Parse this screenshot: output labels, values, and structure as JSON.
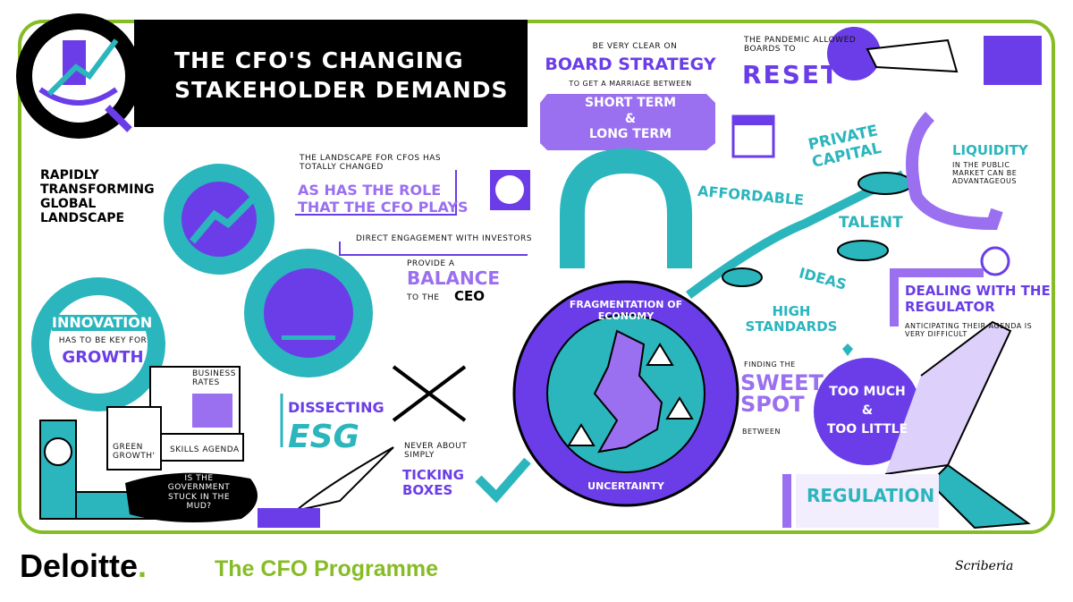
{
  "title": {
    "line1": "The CFO's changing",
    "line2": "stakeholder demands"
  },
  "colors": {
    "purple": "#6a3de8",
    "light_purple": "#9a6ff0",
    "teal": "#2bb5bd",
    "frame_green": "#86bc25",
    "black": "#000000"
  },
  "left": {
    "rapidly": "Rapidly transforming global landscape",
    "innovation": "Innovation",
    "has_to_be": "has to be key for",
    "growth": "Growth",
    "business_rates": "Business rates",
    "green_growth": "Green growth'",
    "skills": "Skills agenda",
    "gov": "Is the government stuck in the mud?"
  },
  "center": {
    "landscape": "The landscape for CFOs has totally changed",
    "role1": "As has the role",
    "role2": "that the CFO plays",
    "investors": "Direct engagement with investors",
    "provide": "Provide a",
    "balance": "Balance",
    "to_the": "to the",
    "ceo": "CEO",
    "dissecting": "Dissecting",
    "esg": "ESG",
    "never": "Never about simply",
    "ticking": "Ticking boxes"
  },
  "board": {
    "be_clear": "Be very clear on",
    "strategy": "Board strategy",
    "marriage": "to get a marriage between",
    "short": "Short term",
    "amp": "&",
    "long": "Long term"
  },
  "lock": {
    "top": "Fragmentation of economy",
    "bottom": "Uncertainty"
  },
  "vine": {
    "affordable": "Affordable",
    "private": "Private capital",
    "talent": "Talent",
    "ideas": "Ideas",
    "high": "High standards"
  },
  "right": {
    "pandemic": "The pandemic allowed boards to",
    "reset": "Reset",
    "liquidity": "Liquidity",
    "liquidity_sub": "in the public market can be advantageous",
    "regulator": "Dealing with the regulator",
    "regulator_sub": "anticipating their agenda is very difficult",
    "finding": "Finding the",
    "sweet": "Sweet spot",
    "between": "between",
    "too_much": "Too much",
    "amp": "&",
    "too_little": "Too little",
    "regulation": "Regulation"
  },
  "footer": {
    "brand": "Deloitte",
    "dot": ".",
    "programme": "The CFO Programme",
    "signature": "Scriberia"
  },
  "icons": [
    "globe-chart-icon",
    "gear-icon",
    "clock-icon",
    "calendar-icon",
    "padlock-icon",
    "uk-map-icon",
    "warning-icon",
    "button-icon",
    "pointing-hand-icon",
    "vine-icon",
    "money-icon",
    "crystal-ball-icon",
    "heart-icon",
    "big-ben-icon",
    "scissors-icon",
    "checkmark-icon"
  ]
}
